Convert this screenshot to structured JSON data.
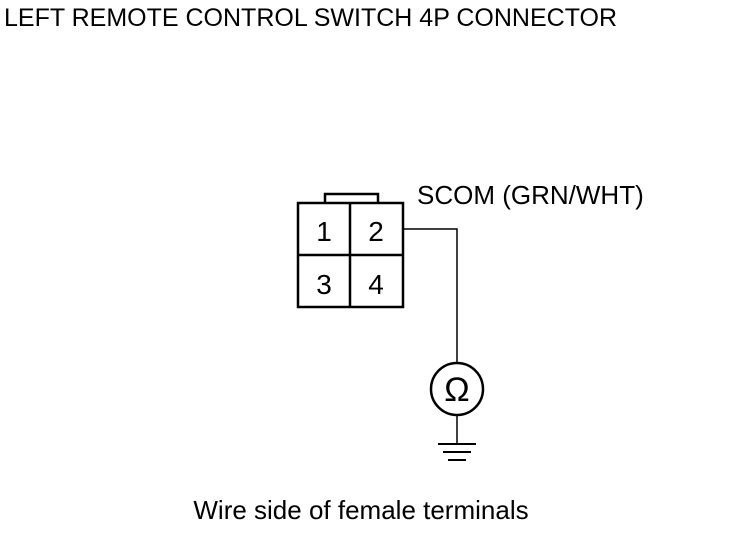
{
  "title": "LEFT REMOTE CONTROL SWITCH 4P CONNECTOR",
  "connector": {
    "terminals": [
      "1",
      "2",
      "3",
      "4"
    ],
    "wire_label": "SCOM (GRN/WHT)"
  },
  "meter_symbol": "Ω",
  "caption": "Wire side of female terminals"
}
